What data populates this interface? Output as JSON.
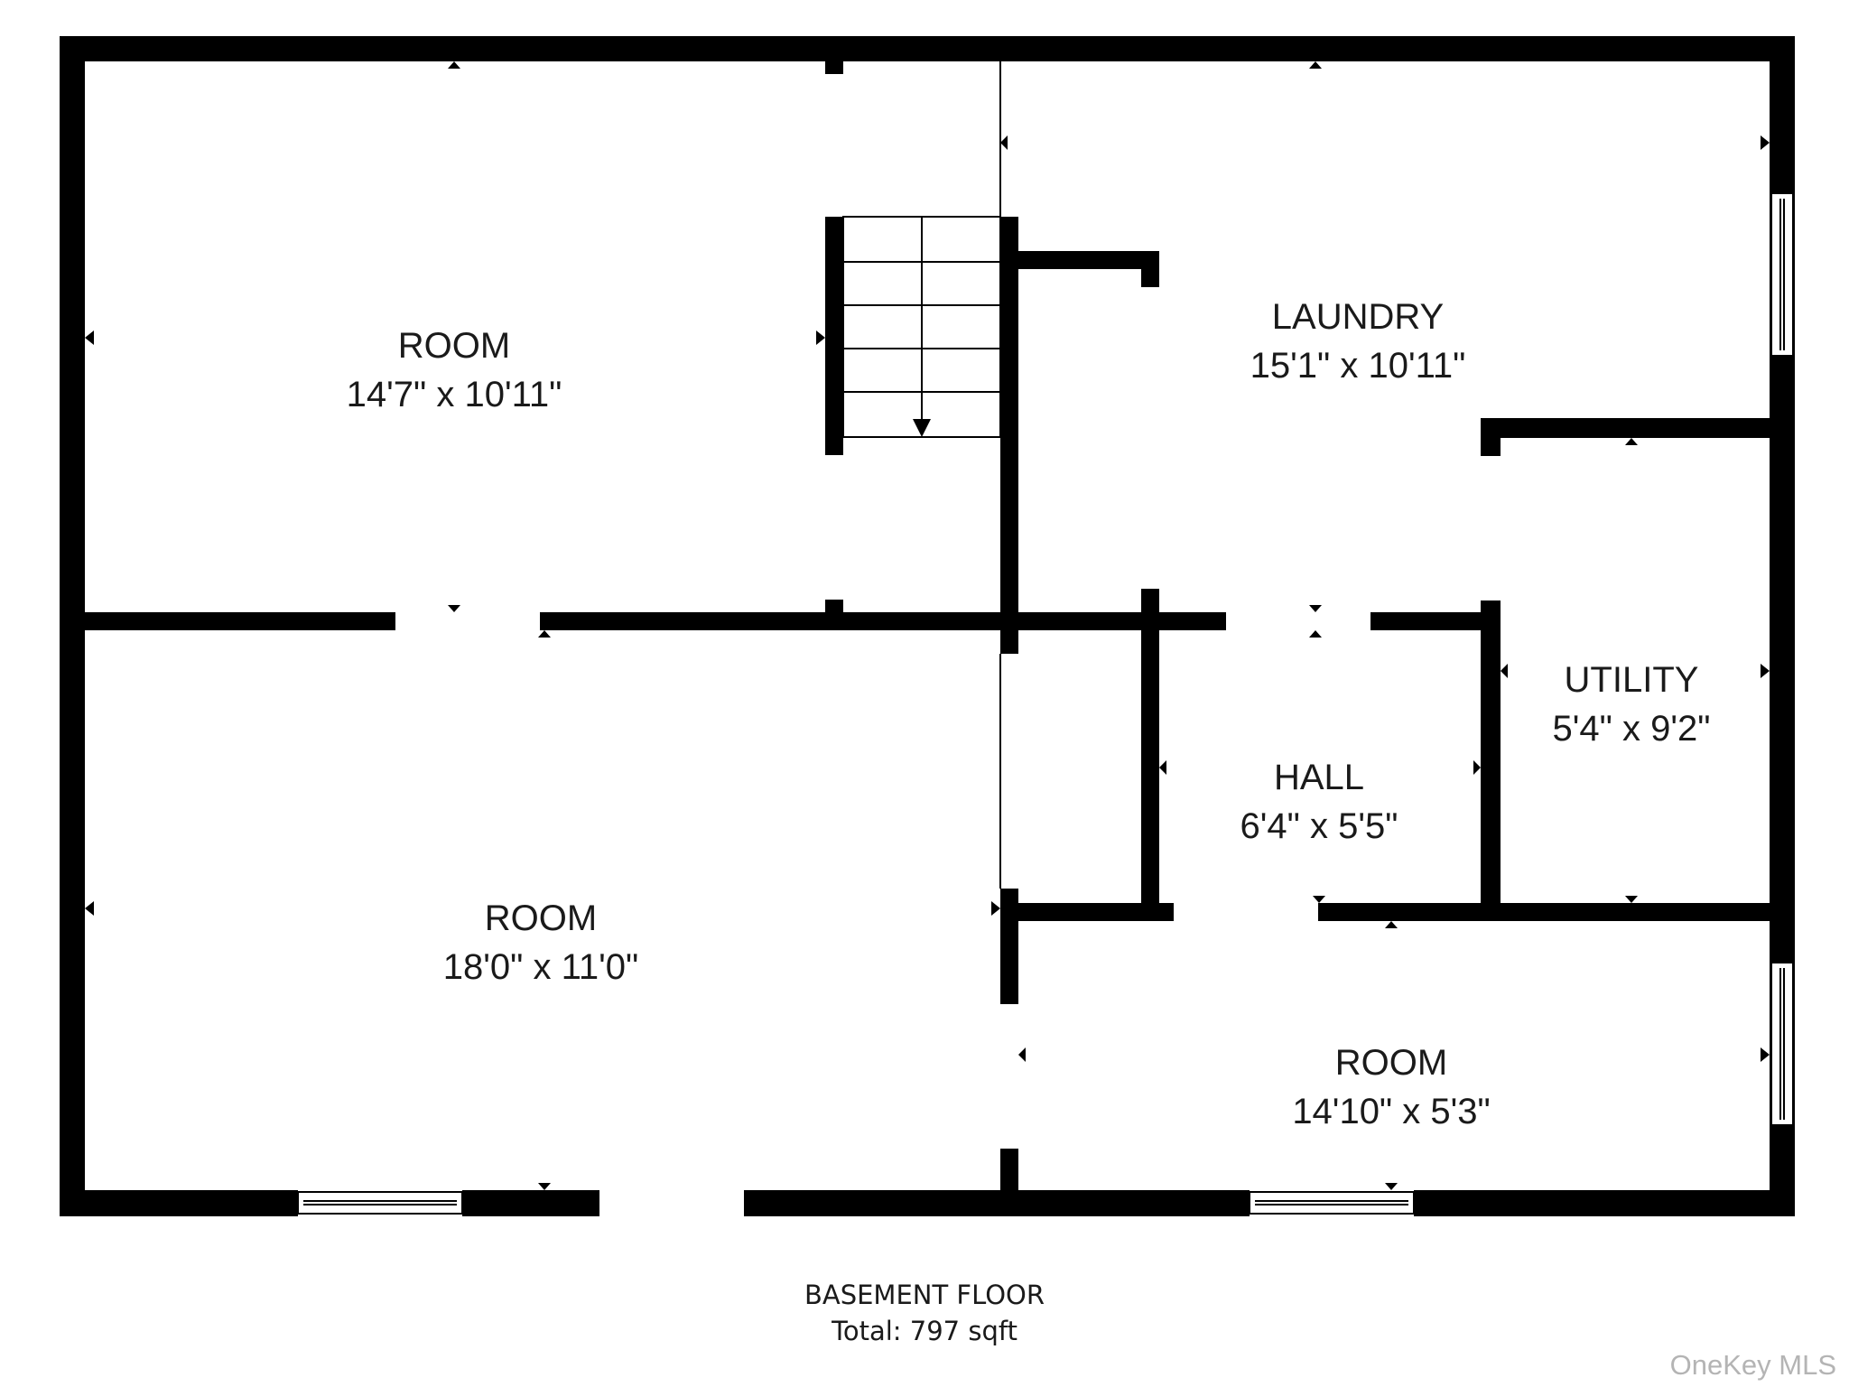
{
  "rooms": [
    {
      "name": "ROOM",
      "dims": "14'7\" x 10'11\""
    },
    {
      "name": "LAUNDRY",
      "dims": "15'1\" x 10'11\""
    },
    {
      "name": "UTILITY",
      "dims": "5'4\" x 9'2\""
    },
    {
      "name": "HALL",
      "dims": "6'4\" x 5'5\""
    },
    {
      "name": "ROOM",
      "dims": "18'0\" x 11'0\""
    },
    {
      "name": "ROOM",
      "dims": "14'10\" x 5'3\""
    }
  ],
  "floor": {
    "title": "BASEMENT FLOOR",
    "total": "Total: 797 sqft"
  },
  "watermark": "OneKey MLS",
  "colors": {
    "wall": "#000000",
    "background": "#ffffff",
    "watermark": "#b4b4b4"
  }
}
